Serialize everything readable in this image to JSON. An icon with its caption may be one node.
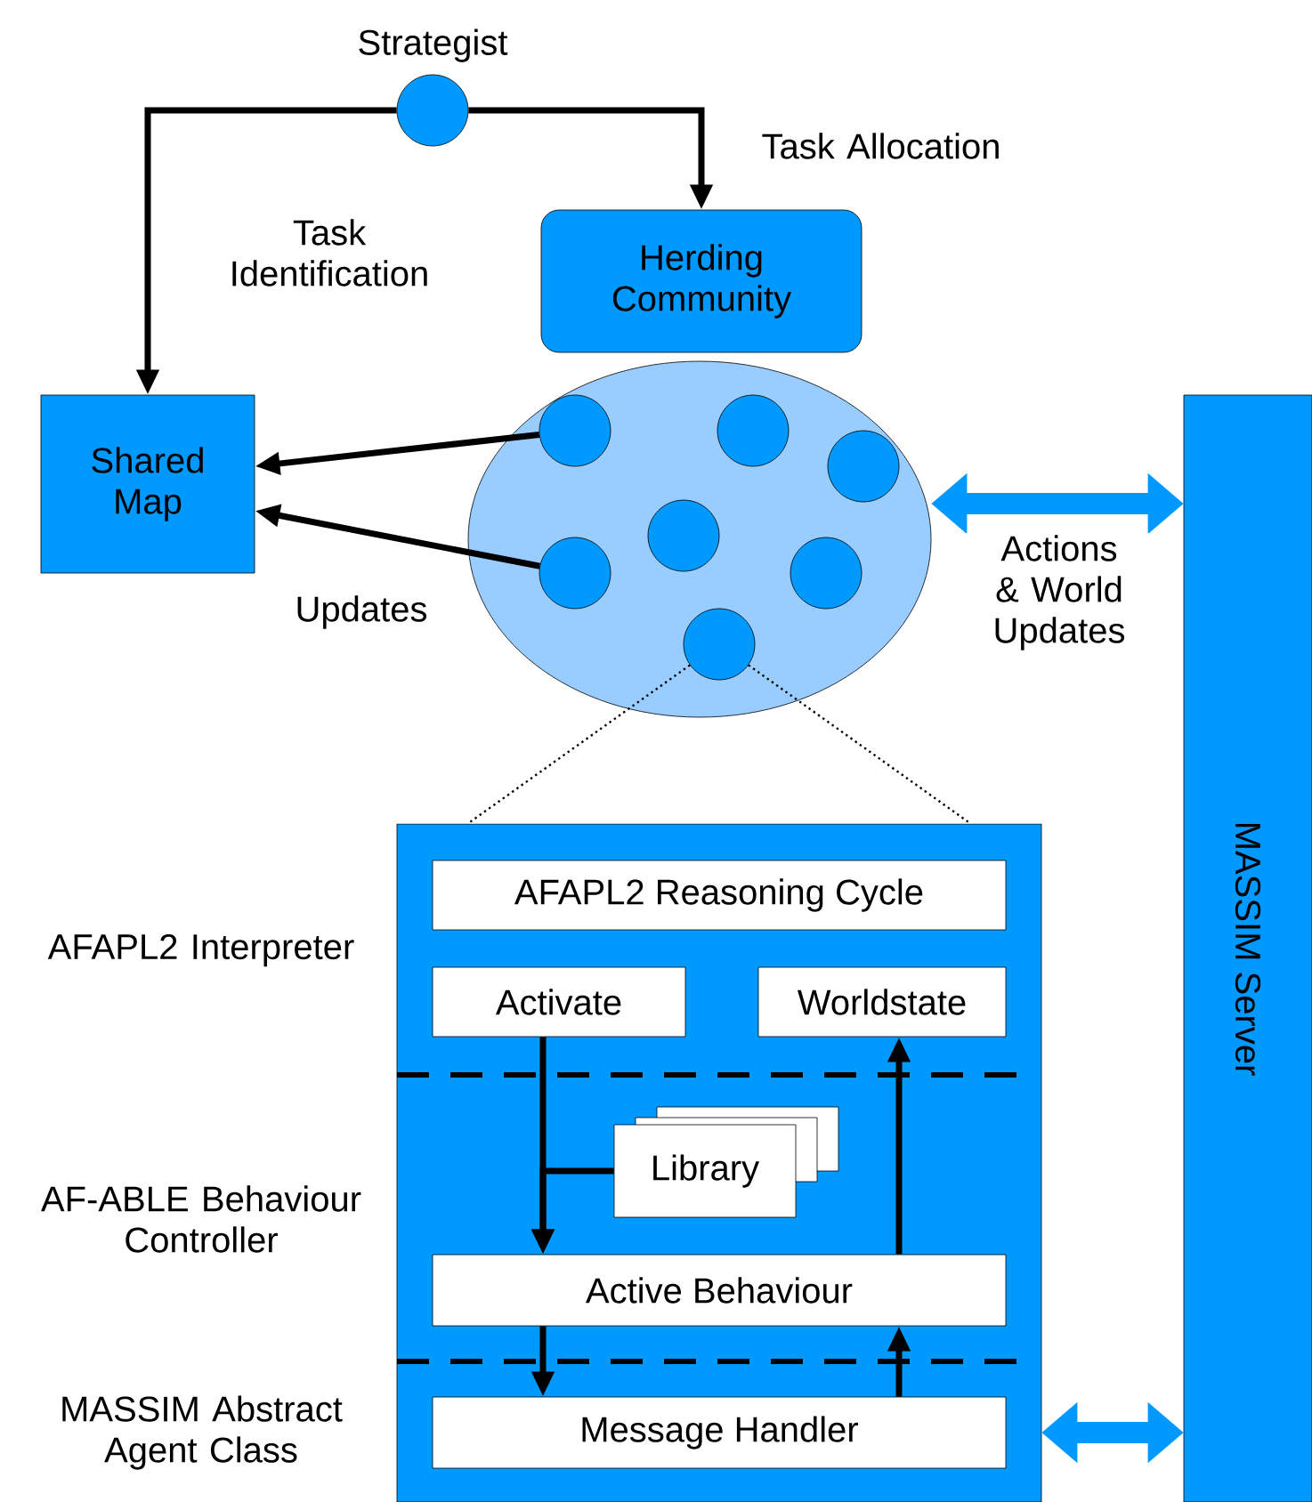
{
  "diagram": {
    "nodes": [
      {
        "text": [
          "Strategist"
        ]
      },
      {
        "text": [
          "Herding Community"
        ]
      },
      {
        "text": [
          "Shared Map"
        ]
      },
      {
        "text": [],
        "shape": "circle"
      },
      {
        "text": [],
        "shape": "circle",
        "in": 3
      },
      {
        "text": [],
        "shape": "circle",
        "in": 3
      },
      {
        "text": [],
        "shape": "circle",
        "in": 3
      },
      {
        "text": [],
        "shape": "circle",
        "in": 3
      },
      {
        "text": [],
        "shape": "circle",
        "in": 3
      },
      {
        "text": [],
        "shape": "circle",
        "in": 3
      },
      {
        "text": [],
        "shape": "circle",
        "in": 3
      },
      {
        "text": [
          "MASSIM Server"
        ]
      },
      {
        "text": [],
        "shape": "box"
      },
      {
        "text": [
          "AFAPL2 Reasoning Cycle"
        ],
        "in": 12
      },
      {
        "text": [
          "Activate"
        ],
        "in": 12
      },
      {
        "text": [
          "Worldstate"
        ],
        "in": 12
      },
      {
        "text": [
          "Library"
        ],
        "in": 12
      },
      {
        "text": [
          "Active Behaviour"
        ],
        "in": 12
      },
      {
        "text": [
          "Message Handler"
        ],
        "in": 12
      }
    ],
    "edges": [
      {
        "from": 0,
        "to": 2,
        "arrow": "to",
        "label": "Task Identification"
      },
      {
        "from": 0,
        "to": 1,
        "arrow": "to",
        "label": "Task Allocation"
      },
      {
        "from": 4,
        "to": 2,
        "arrow": "to"
      },
      {
        "from": 8,
        "to": 2,
        "arrow": "to",
        "label": "Updates"
      },
      {
        "from": 3,
        "to": 11,
        "arrow": "both",
        "label": "Actions & World Updates",
        "style": "thick",
        "color": "#0099ff"
      },
      {
        "from": 12,
        "to": 11,
        "arrow": "both",
        "style": "thick",
        "color": "#0099ff"
      },
      {
        "from": 10,
        "to": 12,
        "arrow": "none",
        "style": "dashed"
      },
      {
        "from": 10,
        "to": 12,
        "arrow": "none",
        "style": "dashed"
      },
      {
        "from": 14,
        "to": 17,
        "arrow": "to"
      },
      {
        "from": 16,
        "to": 17,
        "arrow": "to"
      },
      {
        "from": 17,
        "to": 15,
        "arrow": "to"
      },
      {
        "from": 17,
        "to": 18,
        "arrow": "to"
      },
      {
        "from": 18,
        "to": 17,
        "arrow": "to"
      }
    ],
    "labels": [
      "AFAPL2 Interpreter",
      "AF-ABLE Behaviour Controller",
      "MASSIM Abstract Agent Class"
    ]
  }
}
